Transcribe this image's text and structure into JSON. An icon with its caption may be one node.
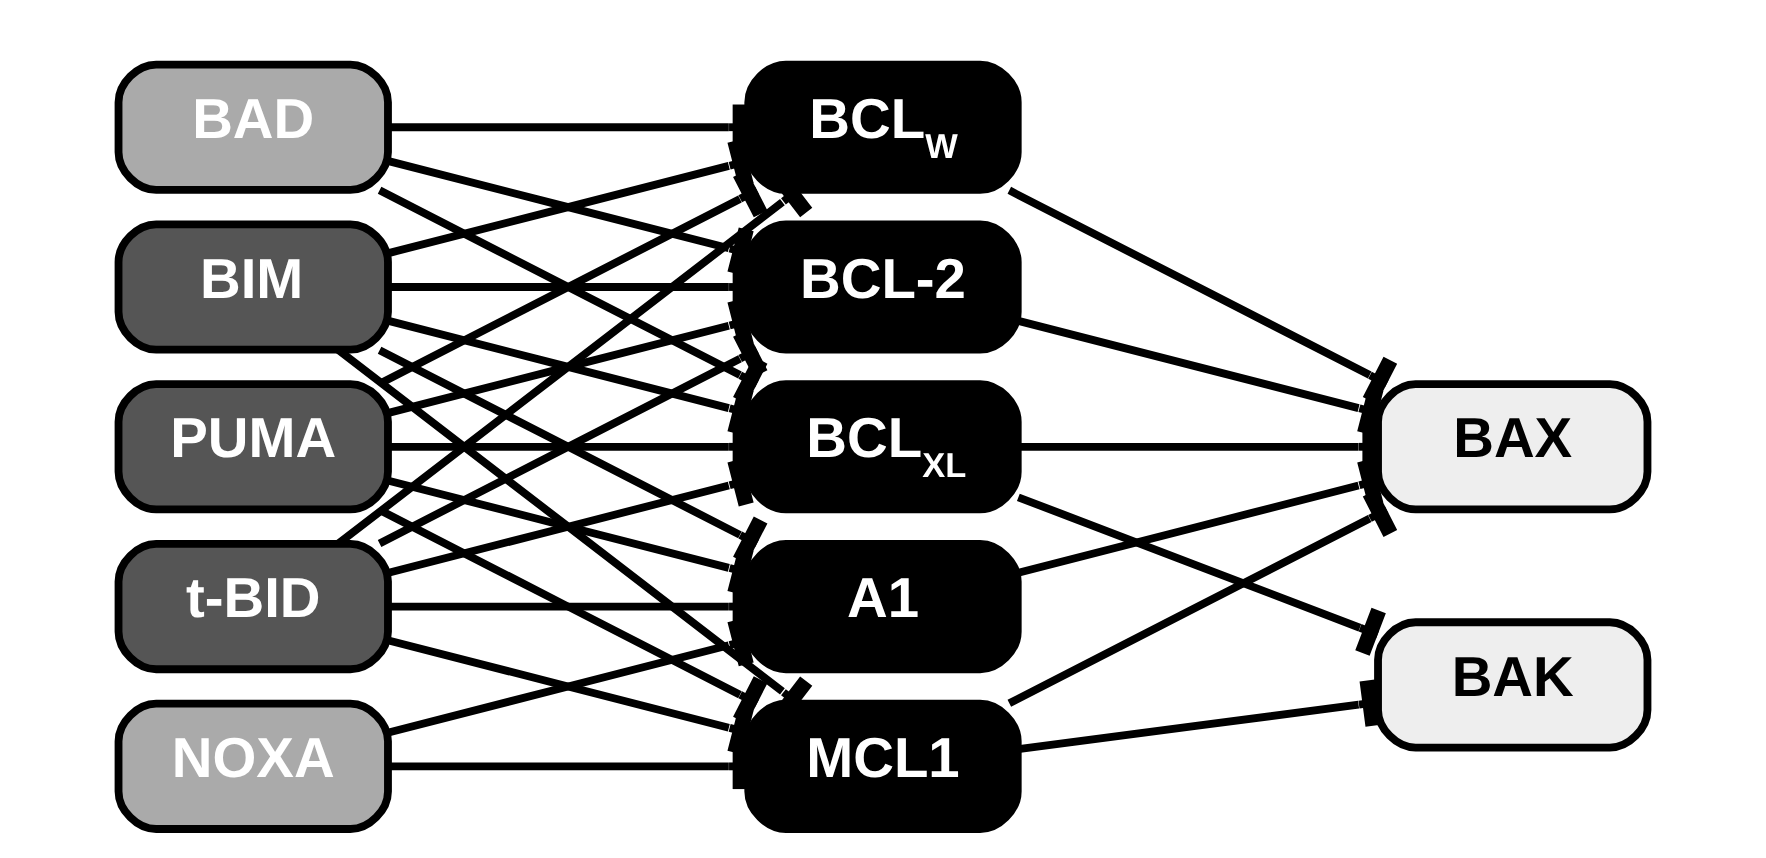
{
  "diagram": {
    "nodes": [
      {
        "text": [
          "BAD"
        ]
      },
      {
        "text": [
          "BIM"
        ]
      },
      {
        "text": [
          "PUMA"
        ]
      },
      {
        "text": [
          "t-BID"
        ]
      },
      {
        "text": [
          "NOXA"
        ]
      },
      {
        "text": [
          "BCL-2"
        ]
      },
      {
        "text": [
          "BCL$_{W}$"
        ]
      },
      {
        "text": [
          "BCL$_{XL}$"
        ]
      },
      {
        "text": [
          "MCL1"
        ]
      },
      {
        "text": [
          "A1"
        ]
      },
      {
        "text": [
          "BAX"
        ]
      },
      {
        "text": [
          "BAK"
        ]
      }
    ],
    "edges": [
      {
        "from": 0,
        "to": 5,
        "arrow": "other"
      },
      {
        "from": 0,
        "to": 6,
        "arrow": "other"
      },
      {
        "from": 0,
        "to": 7,
        "arrow": "other"
      },
      {
        "from": 1,
        "to": 5,
        "arrow": "other"
      },
      {
        "from": 1,
        "to": 6,
        "arrow": "other"
      },
      {
        "from": 1,
        "to": 7,
        "arrow": "other"
      },
      {
        "from": 1,
        "to": 8,
        "arrow": "other"
      },
      {
        "from": 1,
        "to": 9,
        "arrow": "other"
      },
      {
        "from": 2,
        "to": 5,
        "arrow": "other"
      },
      {
        "from": 2,
        "to": 6,
        "arrow": "other"
      },
      {
        "from": 2,
        "to": 7,
        "arrow": "other"
      },
      {
        "from": 2,
        "to": 8,
        "arrow": "other"
      },
      {
        "from": 2,
        "to": 9,
        "arrow": "other"
      },
      {
        "from": 3,
        "to": 5,
        "arrow": "other"
      },
      {
        "from": 3,
        "to": 6,
        "arrow": "other"
      },
      {
        "from": 3,
        "to": 7,
        "arrow": "other"
      },
      {
        "from": 3,
        "to": 8,
        "arrow": "other"
      },
      {
        "from": 3,
        "to": 9,
        "arrow": "other"
      },
      {
        "from": 4,
        "to": 8,
        "arrow": "other"
      },
      {
        "from": 4,
        "to": 9,
        "arrow": "other"
      },
      {
        "from": 5,
        "to": 10,
        "arrow": "other"
      },
      {
        "from": 6,
        "to": 10,
        "arrow": "other"
      },
      {
        "from": 7,
        "to": 10,
        "arrow": "other"
      },
      {
        "from": 8,
        "to": 10,
        "arrow": "other"
      },
      {
        "from": 9,
        "to": 10,
        "arrow": "other"
      },
      {
        "from": 7,
        "to": 11,
        "arrow": "other"
      },
      {
        "from": 8,
        "to": 11,
        "arrow": "other"
      }
    ]
  }
}
